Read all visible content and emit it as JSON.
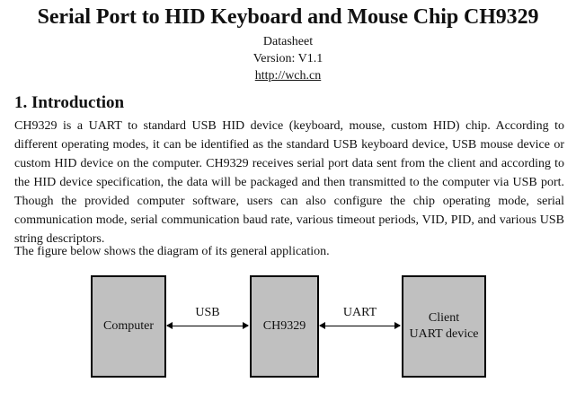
{
  "document": {
    "title": "Serial Port to HID Keyboard and Mouse Chip CH9329",
    "subtitle": "Datasheet",
    "version": "Version: V1.1",
    "url_text": "http://wch.cn"
  },
  "section": {
    "heading": "1. Introduction",
    "paragraph_1": "CH9329 is a UART to standard USB HID device (keyboard, mouse, custom HID) chip. According to different operating modes, it can be identified as the standard USB keyboard device, USB mouse device or custom HID device on the computer. CH9329 receives serial port data sent from the client and according to the HID device specification, the data will be packaged and then transmitted to the computer via USB port. Though the provided computer software, users can also configure the chip operating mode, serial communication mode, serial communication baud rate, various timeout periods, VID, PID, and various USB string descriptors.",
    "paragraph_2": "The figure below shows the diagram of its general application."
  },
  "diagram": {
    "nodes": [
      {
        "id": "computer",
        "label_lines": [
          "Computer"
        ]
      },
      {
        "id": "ch9329",
        "label_lines": [
          "CH9329"
        ]
      },
      {
        "id": "client",
        "label_lines": [
          "Client",
          "UART device"
        ]
      }
    ],
    "edges": [
      {
        "from": "computer",
        "to": "ch9329",
        "label": "USB",
        "direction": "bidirectional"
      },
      {
        "from": "ch9329",
        "to": "client",
        "label": "UART",
        "direction": "bidirectional"
      }
    ],
    "colors": {
      "box_fill": "#c0c0c0",
      "box_border": "#000000",
      "arrow": "#000000"
    }
  }
}
